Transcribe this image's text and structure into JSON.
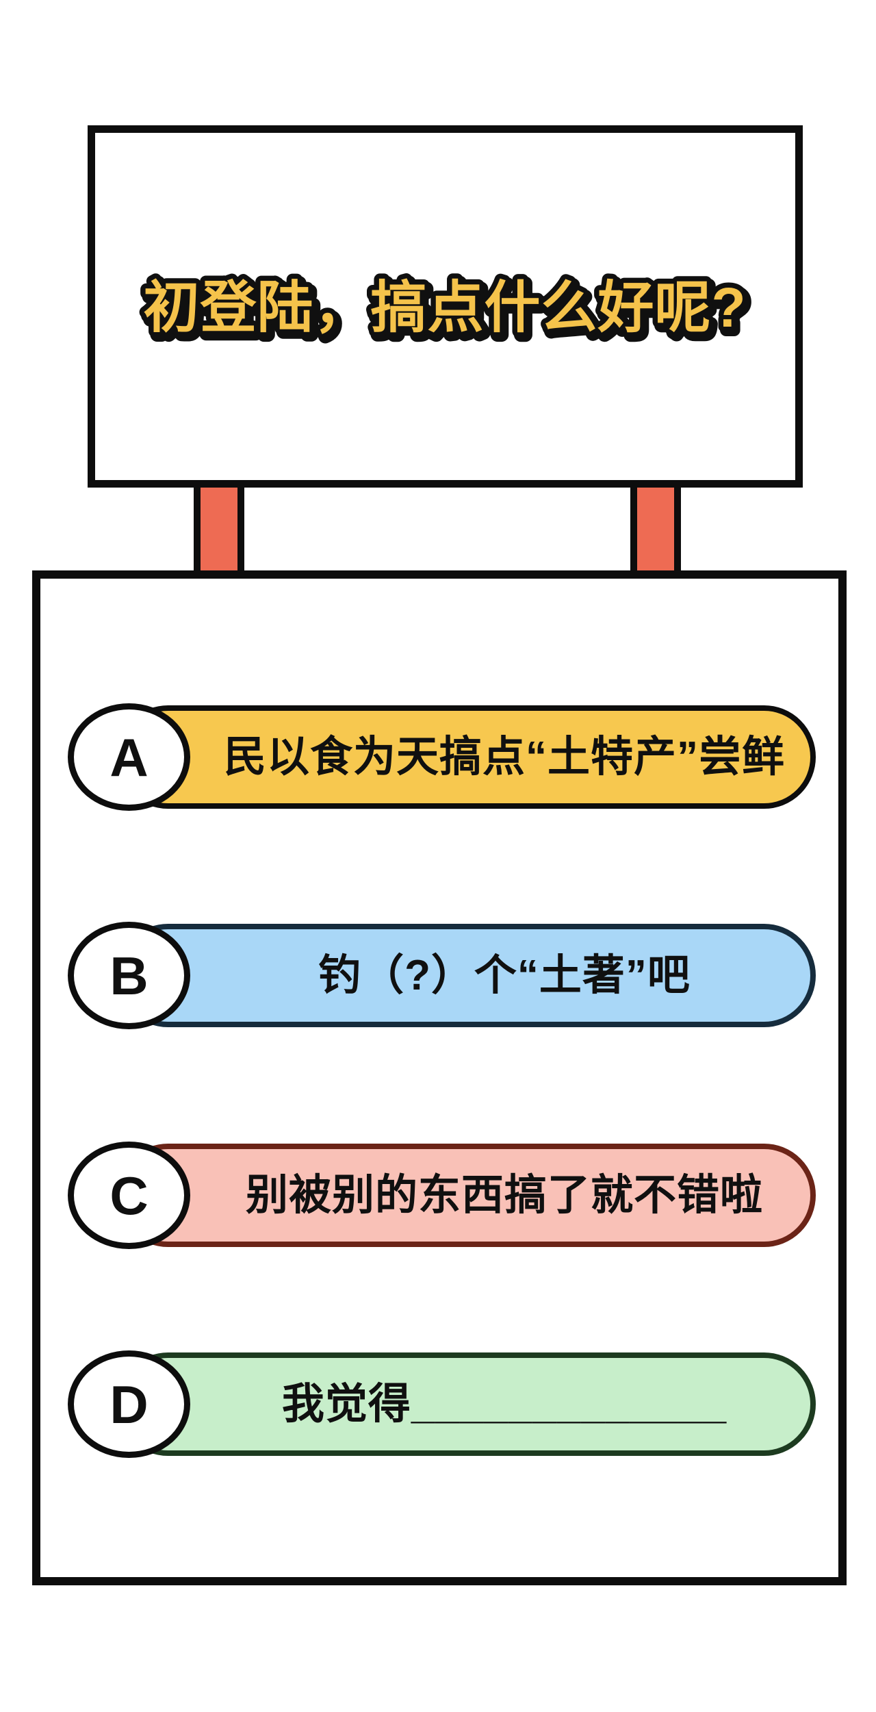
{
  "sign": {
    "title": "初登陆，搞点什么好呢?",
    "title_fill_color": "#F5C34B",
    "title_outline_color": "#101010",
    "board_border_color": "#0d0d0d",
    "post_color": "#EE6B53"
  },
  "quiz": {
    "panel_border_color": "#0d0d0d",
    "options": [
      {
        "letter": "A",
        "text": "民以食为天搞点“土特产”尝鲜",
        "fill": "#F7C84F",
        "border": "#0d0d0d"
      },
      {
        "letter": "B",
        "text": "钓（?）个“土著”吧",
        "fill": "#A9D7F7",
        "border": "#162C3D"
      },
      {
        "letter": "C",
        "text": "别被别的东西搞了就不错啦",
        "fill": "#F9C1B7",
        "border": "#6B2417"
      },
      {
        "letter": "D",
        "text": "我觉得_____________",
        "fill": "#C7EECA",
        "border": "#1D3B20"
      }
    ]
  }
}
